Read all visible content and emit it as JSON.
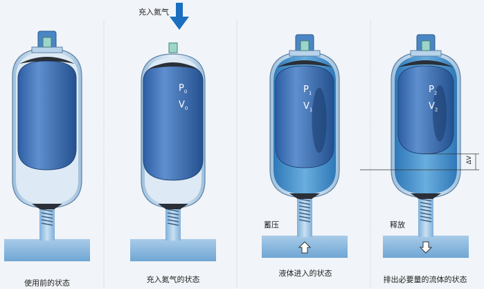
{
  "top_label": "充入氮气",
  "colors": {
    "arrow": "#1a6fc0",
    "shell": "#c9dcec",
    "bladder": "#3d6fb3",
    "fluid": "#4a92cc",
    "background": "#f1f4f8"
  },
  "panels": [
    {
      "caption": "使用前的状态"
    },
    {
      "caption": "充入氮气的状态",
      "pressure": "P",
      "pressure_sub": "0",
      "volume": "V",
      "volume_sub": "0"
    },
    {
      "caption": "液体进入的状态",
      "mode": "蓄压",
      "pressure": "P",
      "pressure_sub": "1",
      "volume": "V",
      "volume_sub": "1",
      "flow_arrow": "arrow-up-icon"
    },
    {
      "caption": "排出必要量的流体的状态",
      "mode": "释放",
      "pressure": "P",
      "pressure_sub": "2",
      "volume": "V",
      "volume_sub": "2",
      "flow_arrow": "arrow-down-icon",
      "delta_label": "ΔV"
    }
  ]
}
